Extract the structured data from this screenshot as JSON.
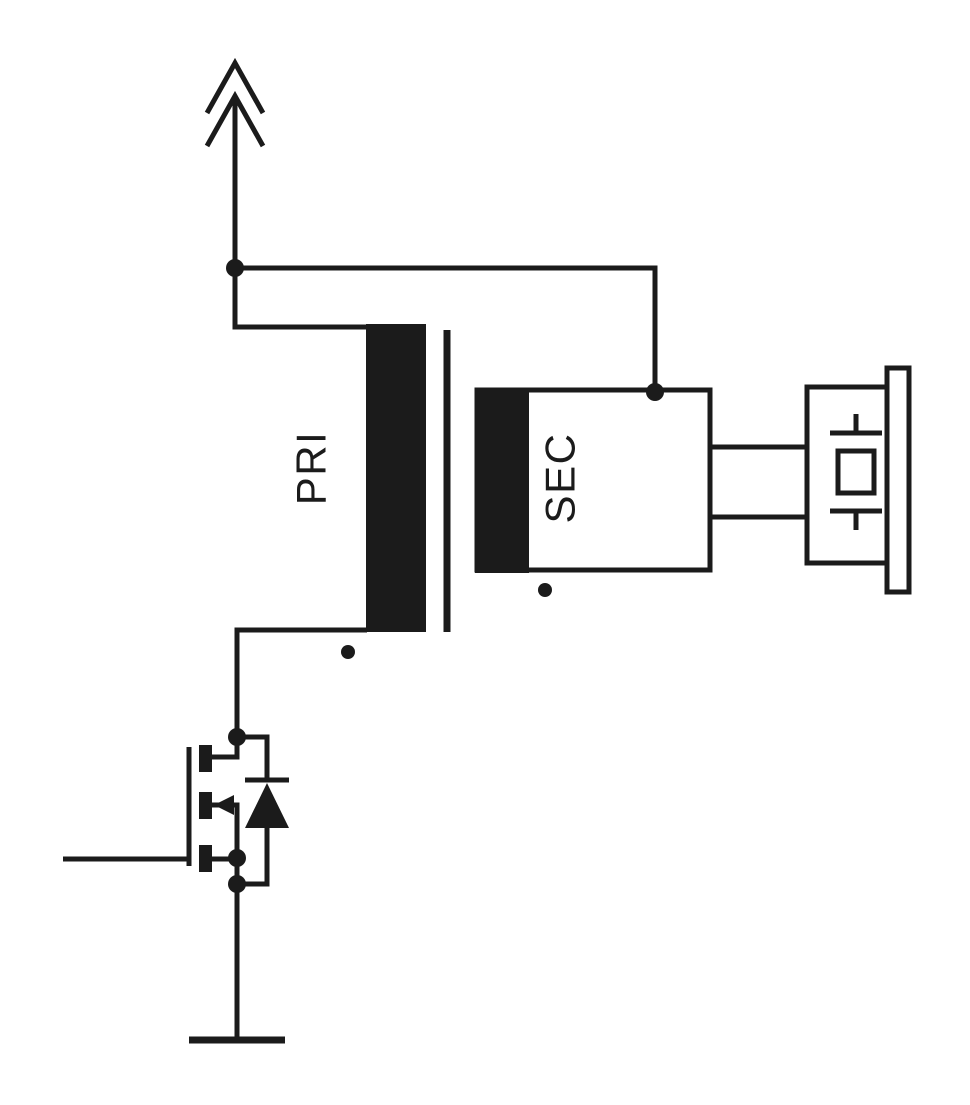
{
  "diagram": {
    "kind": "circuit-schematic",
    "colors": {
      "ink": "#1b1b1b",
      "background": "#ffffff"
    },
    "labels": {
      "primary_winding": "PRI",
      "secondary_winding": "SEC"
    },
    "symbols": [
      {
        "name": "supply-rail-arrow"
      },
      {
        "name": "transformer-primary-winding"
      },
      {
        "name": "transformer-core"
      },
      {
        "name": "transformer-secondary-winding"
      },
      {
        "name": "winding-polarity-dot-primary"
      },
      {
        "name": "winding-polarity-dot-secondary"
      },
      {
        "name": "ultrasonic-transducer"
      },
      {
        "name": "n-channel-mosfet"
      },
      {
        "name": "body-diode"
      },
      {
        "name": "ground"
      }
    ]
  }
}
